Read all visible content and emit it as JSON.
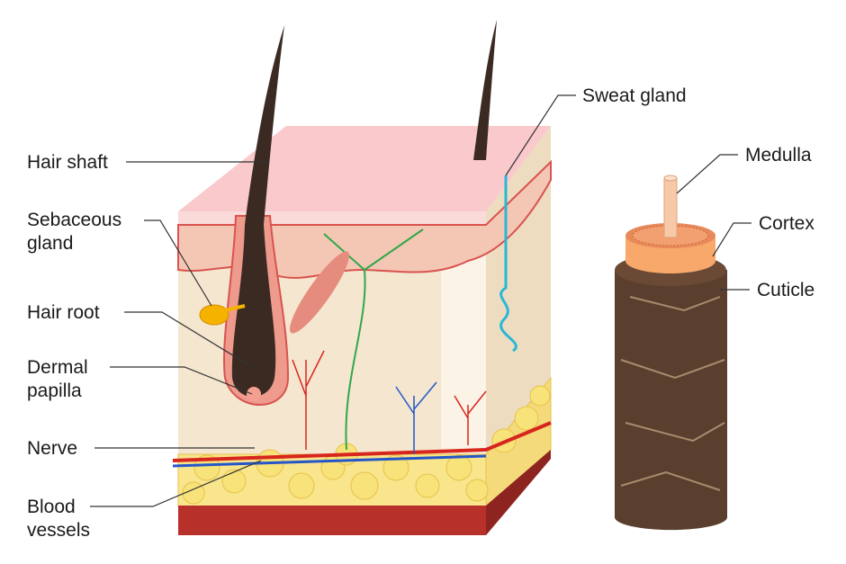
{
  "labels": {
    "hair_shaft": "Hair shaft",
    "sebaceous_gland_1": "Sebaceous",
    "sebaceous_gland_2": "gland",
    "hair_root": "Hair root",
    "dermal_papilla_1": "Dermal",
    "dermal_papilla_2": "papilla",
    "nerve": "Nerve",
    "blood_vessels_1": "Blood",
    "blood_vessels_2": "vessels",
    "sweat_gland": "Sweat gland",
    "medulla": "Medulla",
    "cortex": "Cortex",
    "cuticle": "Cuticle"
  },
  "colors": {
    "epidermis": "#f7c3c6",
    "dermis": "#f3e3c8",
    "fat": "#f8e27a",
    "muscle": "#b8302a",
    "hair": "#3a2a22",
    "cortex": "#f7a86a"
  }
}
